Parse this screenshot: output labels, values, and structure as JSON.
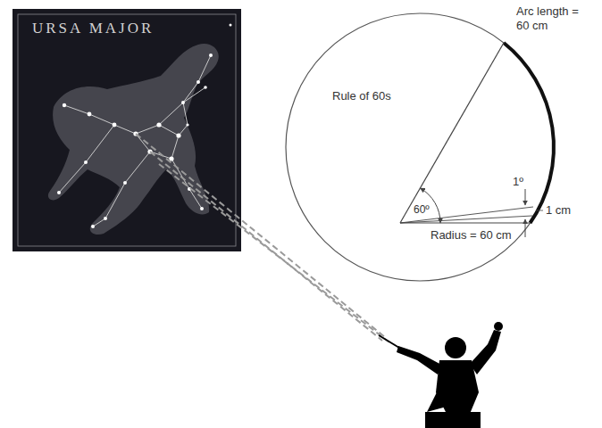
{
  "diagram": {
    "nodes": [
      {
        "text": [
          "URSA MAJOR"
        ]
      }
    ],
    "labels": [
      "Rule of 60s",
      "Arc length = 60 cm",
      "1º",
      "1 cm",
      "60º",
      "Radius = 60 cm"
    ]
  }
}
